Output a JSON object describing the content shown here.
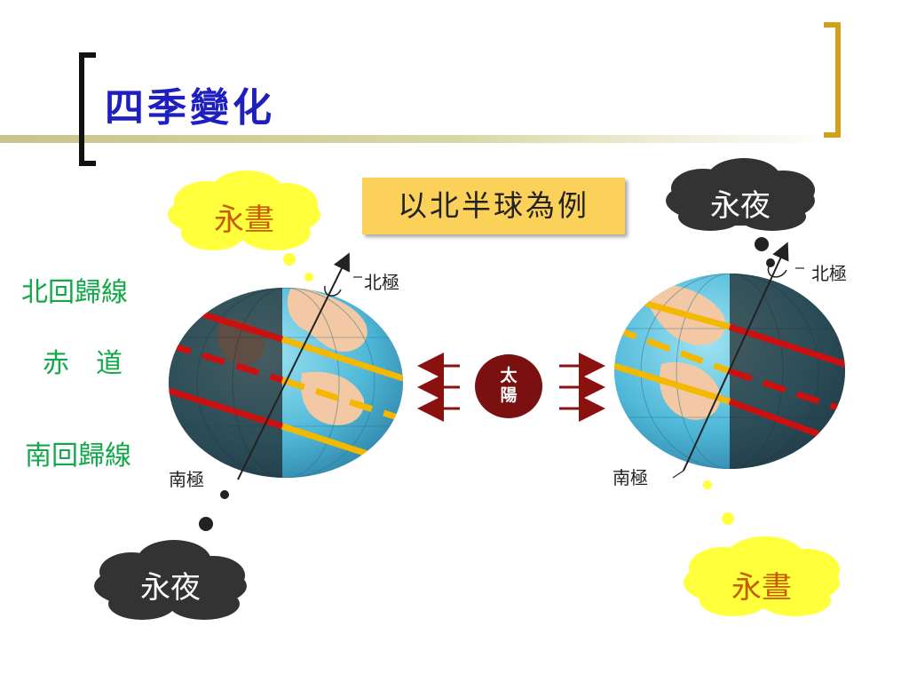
{
  "title": "四季變化",
  "example_label": "以北半球為例",
  "labels": {
    "tropic_north": "北回歸線",
    "equator": "赤　道",
    "tropic_south": "南回歸線"
  },
  "left_globe": {
    "top_cloud": "永晝",
    "bottom_cloud": "永夜",
    "north_pole": "北極",
    "south_pole": "南極"
  },
  "right_globe": {
    "top_cloud": "永夜",
    "bottom_cloud": "永晝",
    "north_pole": "北極",
    "south_pole": "南極"
  },
  "sun": {
    "line1": "太",
    "line2": "陽"
  },
  "colors": {
    "title": "#1f1fbf",
    "label_green": "#12a84a",
    "bracket_black": "#111111",
    "bracket_gold": "#d4a017",
    "yellow_cloud": "#ffff3c",
    "dark_cloud": "#333333",
    "sun": "#7a1010",
    "arrow": "#8b1010"
  }
}
